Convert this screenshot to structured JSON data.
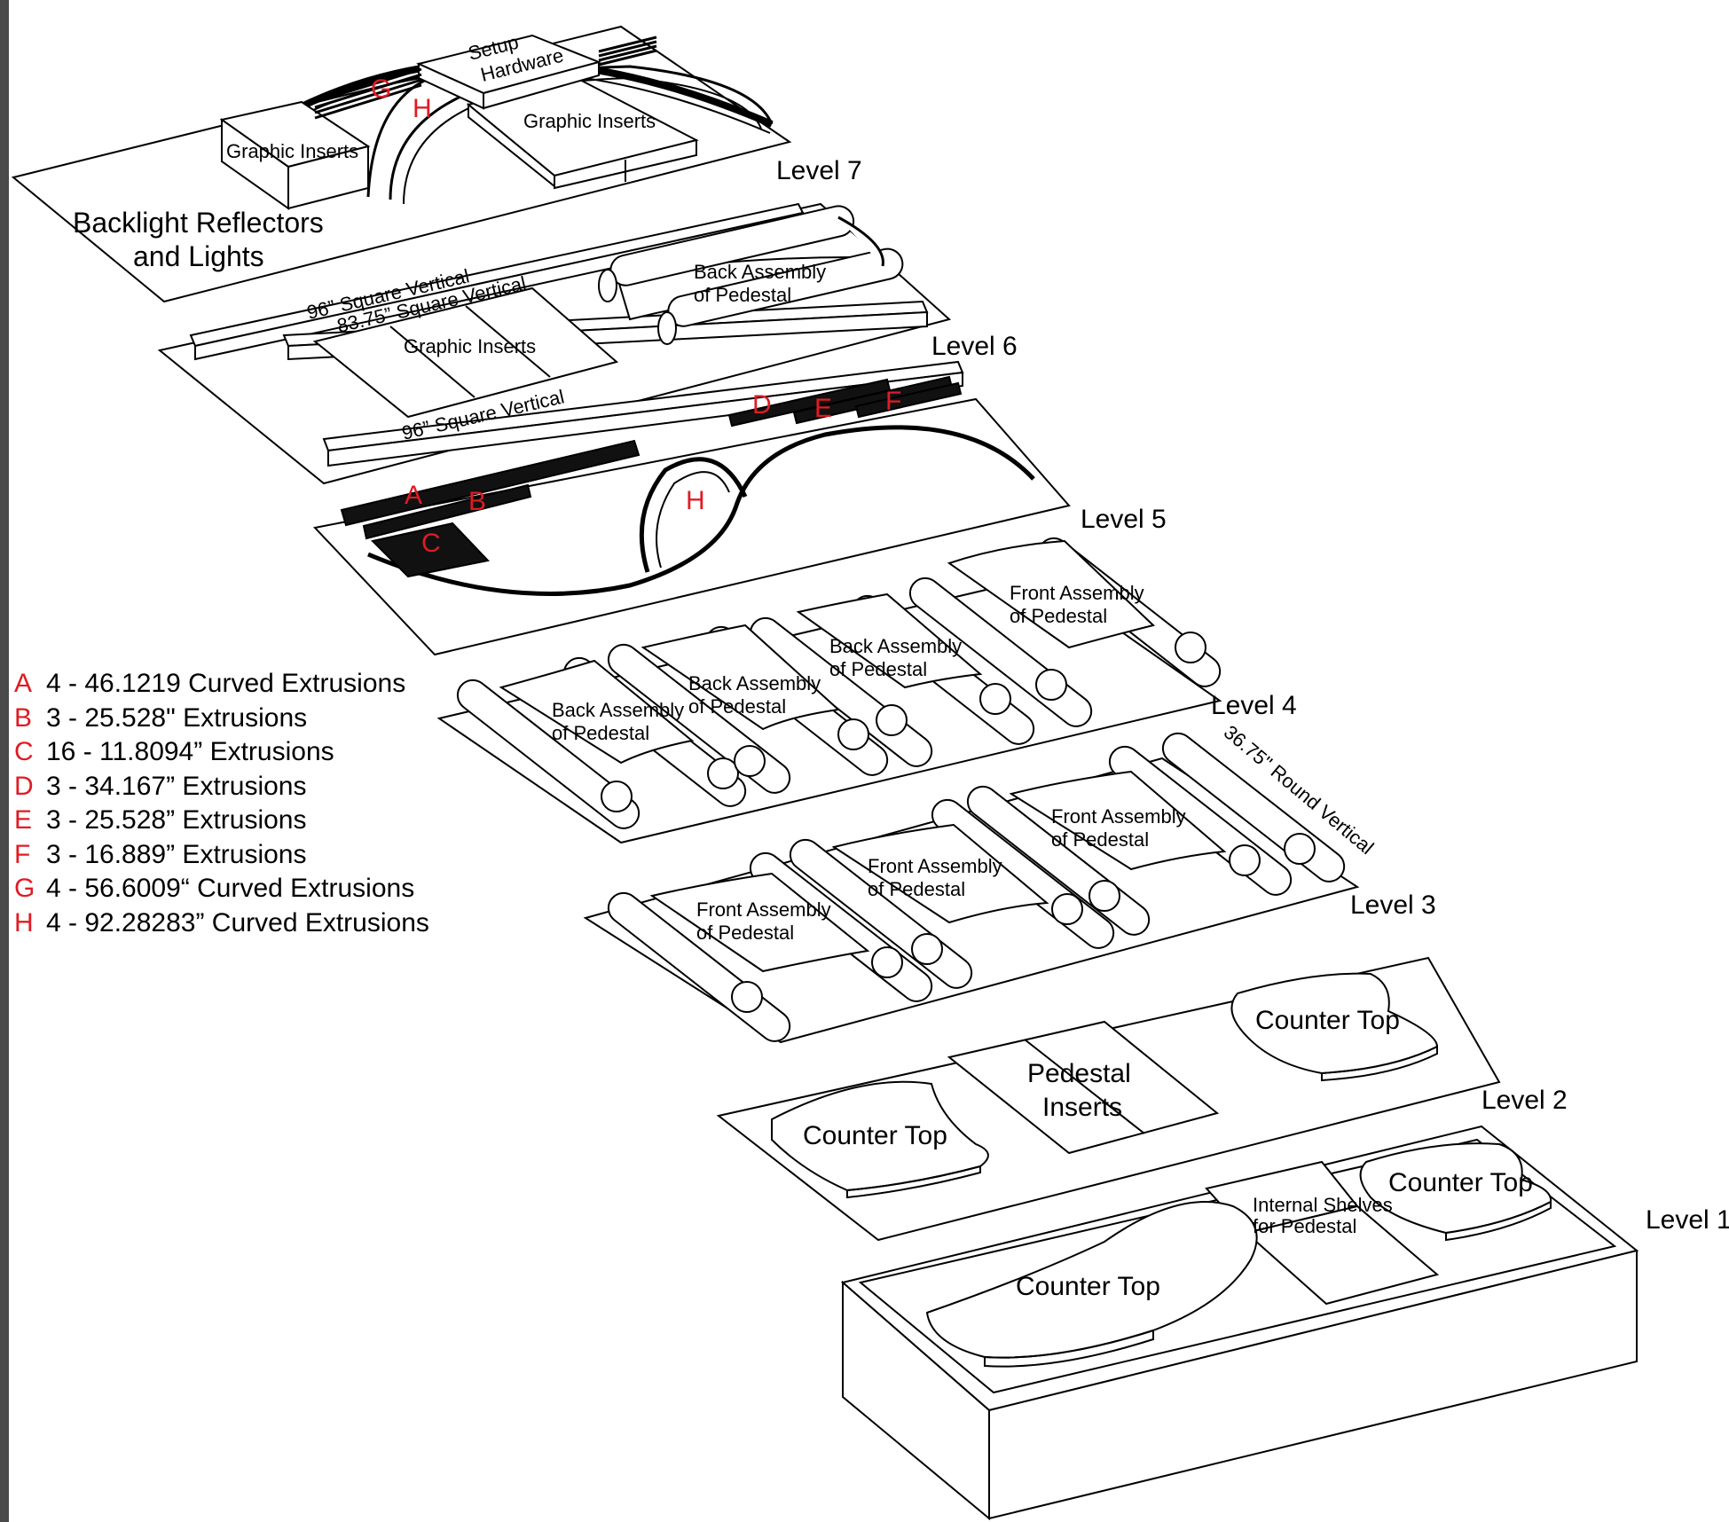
{
  "labels": {
    "setup_hardware": [
      "Setup",
      "Hardware"
    ],
    "graphic_inserts": "Graphic Inserts",
    "backlight": [
      "Backlight Reflectors",
      "and Lights"
    ],
    "sq_vertical_96": "96” Square Vertical",
    "sq_vertical_8375": "83.75” Square Vertical",
    "back_assembly": [
      "Back Assembly",
      "of Pedestal"
    ],
    "front_assembly": [
      "Front Assembly",
      "of Pedestal"
    ],
    "round_vertical": "36.75\" Round Vertical",
    "counter_top": "Counter Top",
    "pedestal_inserts": [
      "Pedestal",
      "Inserts"
    ],
    "internal_shelves": [
      "Internal Shelves",
      "for Pedestal"
    ]
  },
  "levels": [
    "Level 7",
    "Level 6",
    "Level 5",
    "Level 4",
    "Level 3",
    "Level 2",
    "Level 1"
  ],
  "markers": {
    "a": "A",
    "b": "B",
    "c": "C",
    "d": "D",
    "e": "E",
    "f": "F",
    "g": "G",
    "h": "H"
  },
  "legend": [
    {
      "code": "A",
      "text": "4 - 46.1219 Curved Extrusions"
    },
    {
      "code": "B",
      "text": "3 - 25.528\" Extrusions"
    },
    {
      "code": "C",
      "text": "16 - 11.8094” Extrusions"
    },
    {
      "code": "D",
      "text": "3 - 34.167” Extrusions"
    },
    {
      "code": "E",
      "text": "3 - 25.528” Extrusions"
    },
    {
      "code": "F",
      "text": "3 - 16.889” Extrusions"
    },
    {
      "code": "G",
      "text": "4 - 56.6009“ Curved Extrusions"
    },
    {
      "code": "H",
      "text": "4 - 92.28283” Curved Extrusions"
    }
  ],
  "colors": {
    "marker": "#e01b24",
    "line": "#000000",
    "fill": "#ffffff",
    "frame": "#4a4a4a"
  }
}
